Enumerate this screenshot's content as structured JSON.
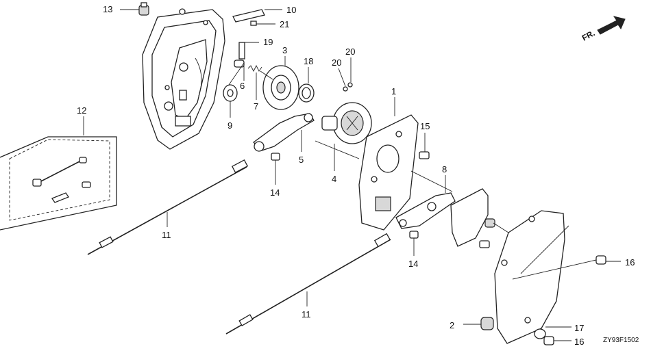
{
  "direction_label": "FR.",
  "diagram_code": "ZY93F1502",
  "callouts": {
    "c1": "1",
    "c2": "2",
    "c3": "3",
    "c4": "4",
    "c5": "5",
    "c6": "6",
    "c7": "7",
    "c8": "8",
    "c9": "9",
    "c10": "10",
    "c11a": "11",
    "c11b": "11",
    "c12": "12",
    "c13": "13",
    "c14a": "14",
    "c14b": "14",
    "c15": "15",
    "c16a": "16",
    "c16b": "16",
    "c17": "17",
    "c18": "18",
    "c19": "19",
    "c20a": "20",
    "c20b": "20",
    "c21": "21"
  }
}
